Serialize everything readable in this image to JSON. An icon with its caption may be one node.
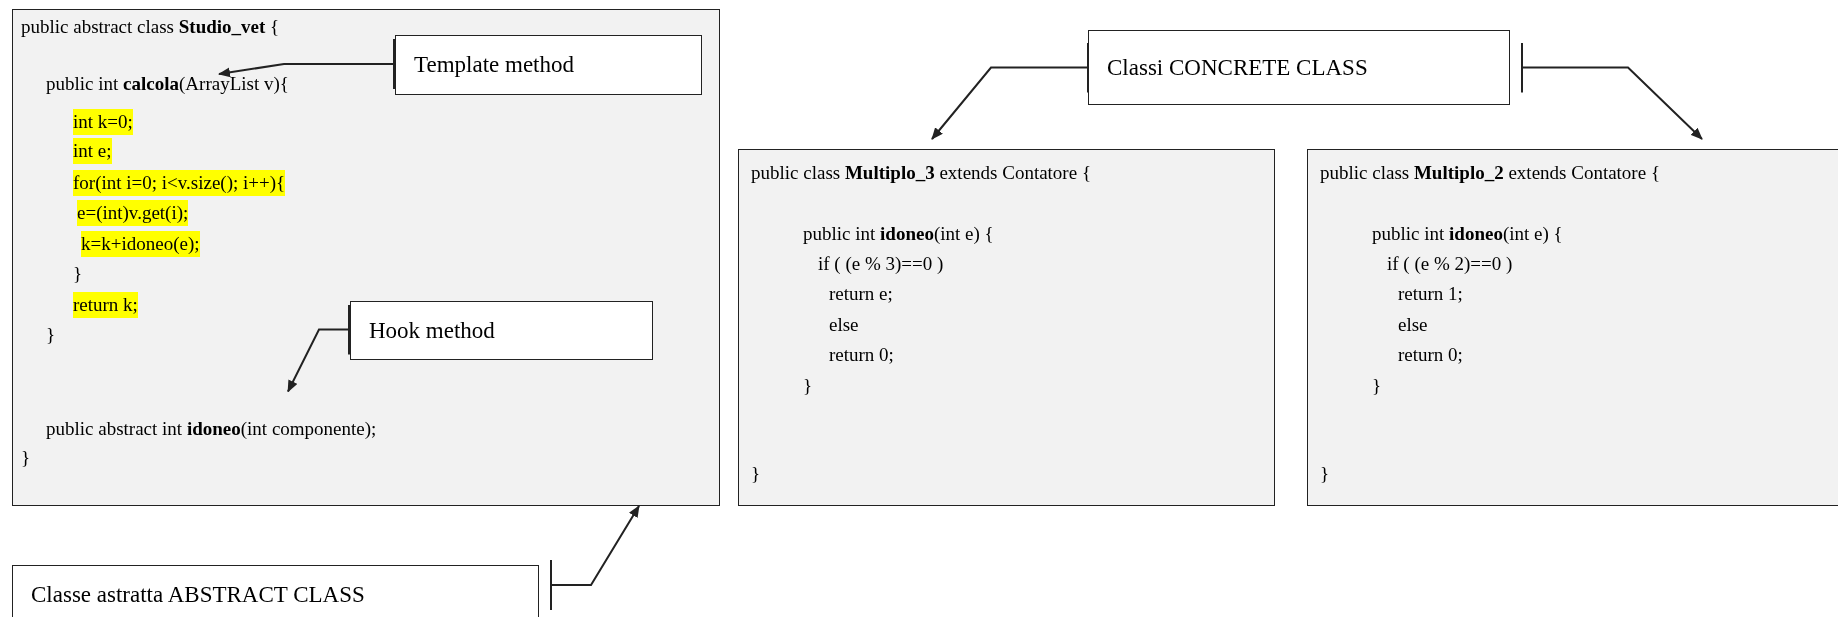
{
  "diagram": {
    "nodes": [
      {
        "text": [
          "public abstract class **Studio_vet** {",
          "public int **calcola**(ArrayList v){",
          "int k=0;",
          "int e;",
          "for(int i=0; i<v.size(); i++){",
          "e=(int)v.get(i);",
          "k=k+idoneo(e);",
          "}",
          "return k;",
          "}",
          "public abstract int **idoneo**(int componente);",
          "}"
        ]
      },
      {
        "text": [
          "Template method"
        ],
        "in": 0
      },
      {
        "text": [
          "Hook method"
        ],
        "in": 0
      },
      {
        "text": [
          "Classe astratta ABSTRACT CLASS"
        ]
      },
      {
        "text": [
          "Classi CONCRETE CLASS"
        ]
      },
      {
        "text": [
          "public class **Multiplo_3** extends Contatore {",
          "public int **idoneo**(int e) {",
          "if ( (e % 3)==0 )",
          "return e;",
          "else",
          "return 0;",
          "}",
          "}"
        ]
      },
      {
        "text": [
          "public class **Multiplo_2** extends Contatore {",
          "public int **idoneo**(int e) {",
          "if ( (e % 2)==0 )",
          "return 1;",
          "else",
          "return 0;",
          "}",
          "}"
        ]
      }
    ],
    "edges": [
      {
        "from": 1,
        "to": null,
        "arrow": "to"
      },
      {
        "from": 2,
        "to": null,
        "arrow": "to"
      },
      {
        "from": 3,
        "to": 0,
        "arrow": "to"
      },
      {
        "from": 4,
        "to": 5,
        "arrow": "to"
      },
      {
        "from": 4,
        "to": 6,
        "arrow": "to"
      }
    ]
  }
}
